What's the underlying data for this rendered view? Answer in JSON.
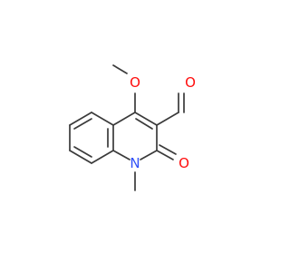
{
  "molecule": {
    "atoms": [
      {
        "id": "O_methoxy",
        "symbol": "O",
        "color": "#ff0d0d"
      },
      {
        "id": "O_aldehyde",
        "symbol": "O",
        "color": "#ff0d0d"
      },
      {
        "id": "O_ketone",
        "symbol": "O",
        "color": "#ff0d0d"
      },
      {
        "id": "N_ring",
        "symbol": "N",
        "color": "#3050f8"
      }
    ],
    "colors": {
      "bond": "#3a3a3a",
      "oxygen": "#ff0d0d",
      "nitrogen": "#3050f8",
      "background": "#ffffff"
    }
  }
}
